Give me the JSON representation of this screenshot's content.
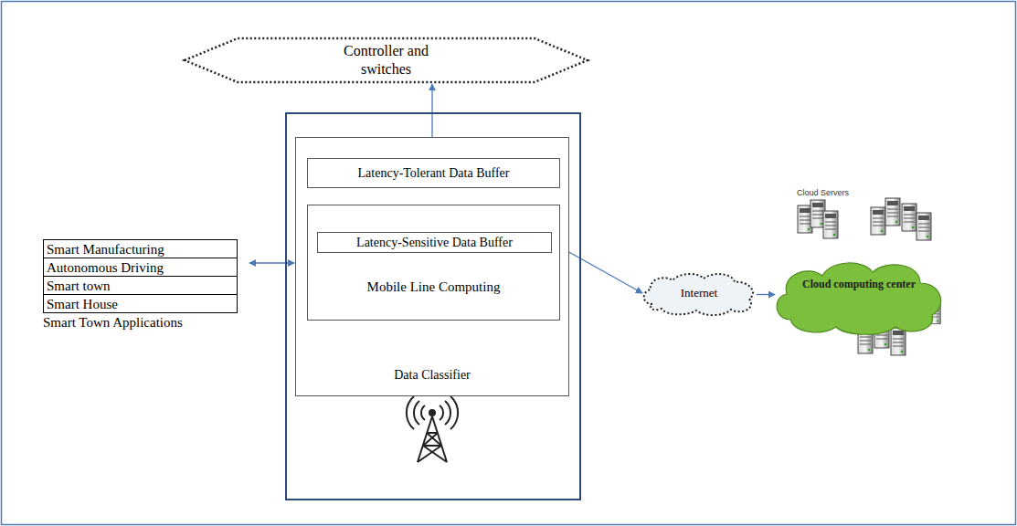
{
  "diagram": {
    "nodes": [
      {
        "text": [
          "Controller and switches"
        ]
      },
      {
        "text": [
          "Smart Town Applications"
        ]
      },
      {
        "text": [
          "Smart Manufacturing"
        ],
        "in": 1
      },
      {
        "text": [
          "Autonomous Driving"
        ],
        "in": 1
      },
      {
        "text": [
          "Smart town"
        ],
        "in": 1
      },
      {
        "text": [
          "Smart House"
        ],
        "in": 1
      },
      {
        "text": [
          "Data Classifier"
        ]
      },
      {
        "text": [
          "Latency-Tolerant Data Buffer"
        ],
        "in": 6
      },
      {
        "text": [
          "Mobile Line Computing"
        ],
        "in": 6
      },
      {
        "text": [
          "Latency-Sensitive Data Buffer"
        ],
        "in": 8
      },
      {
        "text": [
          "Internet"
        ]
      },
      {
        "text": [
          "Cloud computing center"
        ]
      }
    ],
    "edges": [
      {
        "from": 6,
        "to": 0,
        "arrow": "to"
      },
      {
        "from": 1,
        "to": 6,
        "arrow": "both"
      },
      {
        "from": 9,
        "to": 10,
        "arrow": "to"
      },
      {
        "from": 10,
        "to": 11,
        "arrow": "to"
      }
    ],
    "labels": [
      "Cloud Servers"
    ]
  }
}
